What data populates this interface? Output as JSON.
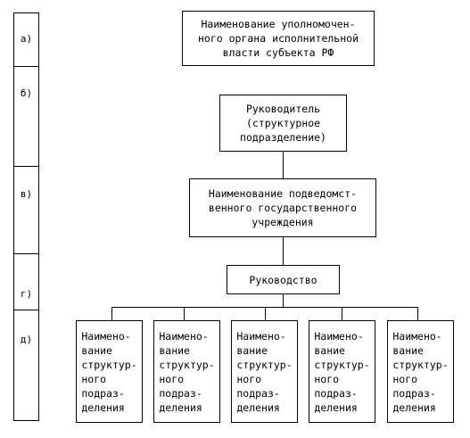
{
  "rows": [
    {
      "label": "а)"
    },
    {
      "label": "б)"
    },
    {
      "label": "в)"
    },
    {
      "label": "г)"
    },
    {
      "label": "д)"
    }
  ],
  "nodes": {
    "authority": "Наименование уполномочен-\nного органа исполнительной\nвласти субъекта РФ",
    "head": "Руководитель\n(структурное\nподразделение)",
    "institution": "Наименование подведомст-\nвенного государственного\nучреждения",
    "management": "Руководство",
    "units": [
      "Наимено-\nвание\nструктур-\nного\nподраз-\nделения",
      "Наимено-\nвание\nструктур-\nного\nподраз-\nделения",
      "Наимено-\nвание\nструктур-\nного\nподраз-\nделения",
      "Наимено-\nвание\nструктур-\nного\nподраз-\nделения",
      "Наимено-\nвание\nструктур-\nного\nподраз-\nделения"
    ]
  }
}
